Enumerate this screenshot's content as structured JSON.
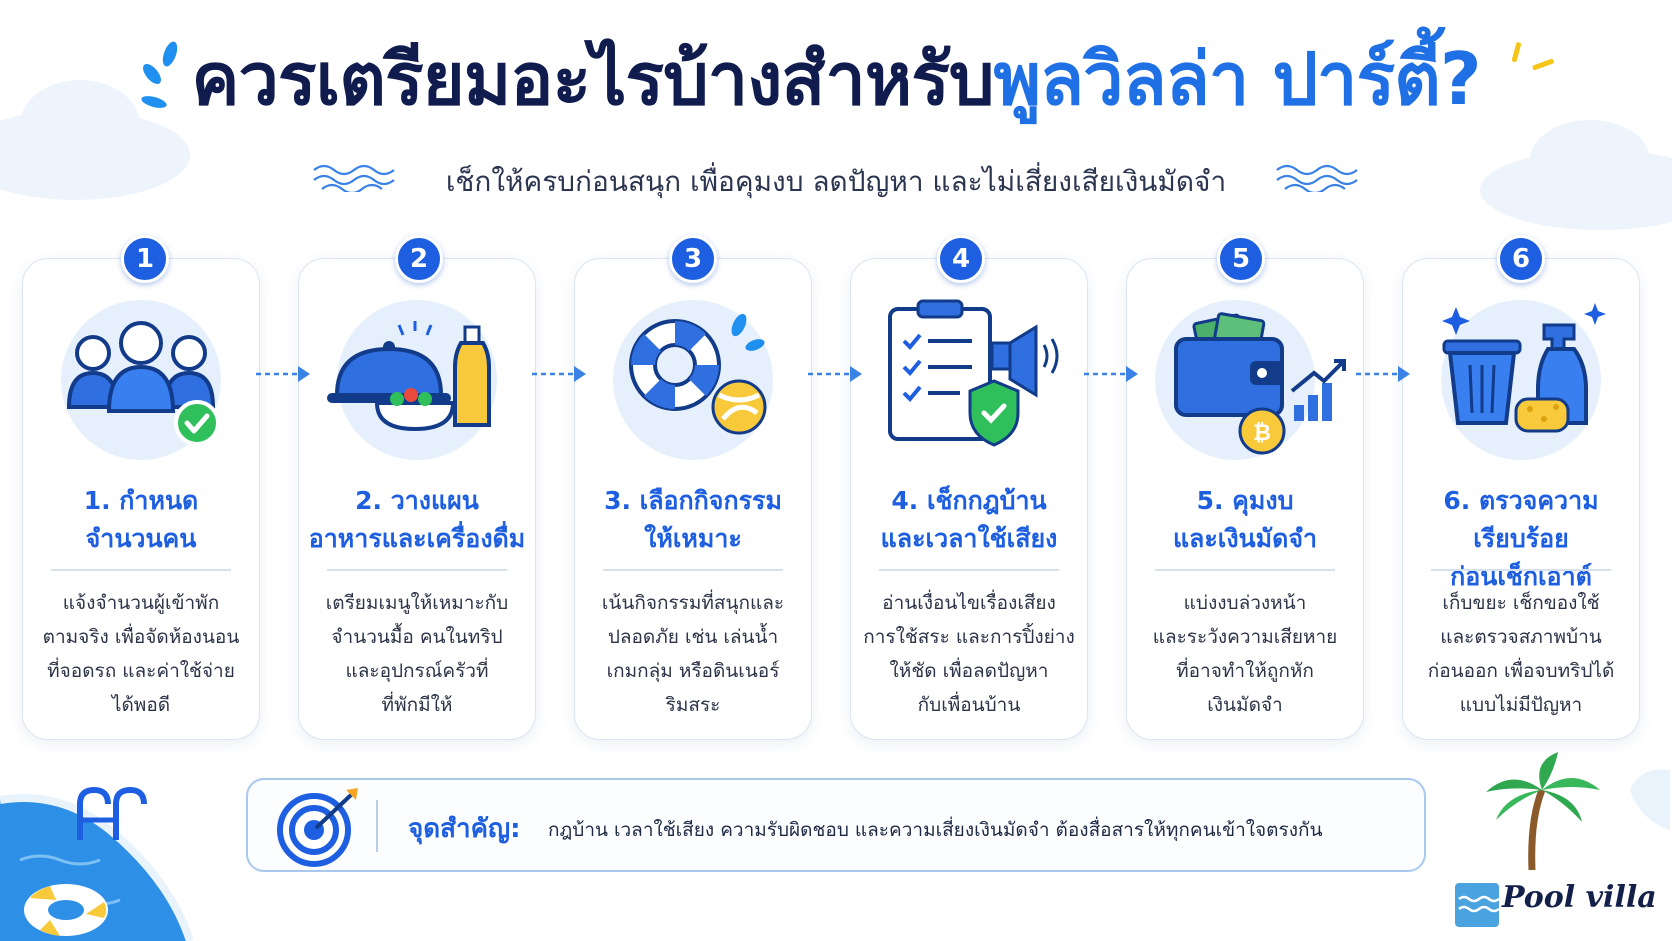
{
  "header": {
    "title_dark": "ควรเตรียมอะไรบ้างสำหรับ",
    "title_blue": "พูลวิลล่า ปาร์ตี้?",
    "subtitle": "เช็กให้ครบก่อนสนุก เพื่อคุมงบ ลดปัญหา และไม่เสี่ยงเสียเงินมัดจำ"
  },
  "steps": [
    {
      "number": "1",
      "title_line1": "1. กำหนด",
      "title_line2": "จำนวนคน",
      "desc_lines": [
        "แจ้งจำนวนผู้เข้าพัก",
        "ตามจริง เพื่อจัดห้องนอน",
        "ที่จอดรถ และค่าใช้จ่าย",
        "ได้พอดี"
      ],
      "icon": "group-people-check-icon"
    },
    {
      "number": "2",
      "title_line1": "2. วางแผน",
      "title_line2": "อาหารและเครื่องดื่ม",
      "desc_lines": [
        "เตรียมเมนูให้เหมาะกับ",
        "จำนวนมื้อ คนในทริป",
        "และอุปกรณ์ครัวที่",
        "ที่พักมีให้"
      ],
      "icon": "food-cloche-drink-icon"
    },
    {
      "number": "3",
      "title_line1": "3. เลือกกิจกรรม",
      "title_line2": "ให้เหมาะ",
      "desc_lines": [
        "เน้นกิจกรรมที่สนุกและ",
        "ปลอดภัย เช่น เล่นน้ำ",
        "เกมกลุ่ม หรือดินเนอร์",
        "ริมสระ"
      ],
      "icon": "lifebuoy-beachball-icon"
    },
    {
      "number": "4",
      "title_line1": "4. เช็กกฎบ้าน",
      "title_line2": "และเวลาใช้เสียง",
      "desc_lines": [
        "อ่านเงื่อนไขเรื่องเสียง",
        "การใช้สระ และการปิ้งย่าง",
        "ให้ชัด เพื่อลดปัญหา",
        "กับเพื่อนบ้าน"
      ],
      "icon": "checklist-megaphone-shield-icon"
    },
    {
      "number": "5",
      "title_line1": "5. คุมงบ",
      "title_line2": "และเงินมัดจำ",
      "desc_lines": [
        "แบ่งงบล่วงหน้า",
        "และระวังความเสียหาย",
        "ที่อาจทำให้ถูกหัก",
        "เงินมัดจำ"
      ],
      "icon": "wallet-coin-chart-icon"
    },
    {
      "number": "6",
      "title_line1": "6. ตรวจความเรียบร้อย",
      "title_line2": "ก่อนเช็กเอาต์",
      "desc_lines": [
        "เก็บขยะ เช็กของใช้",
        "และตรวจสภาพบ้าน",
        "ก่อนออก เพื่อจบทริปได้",
        "แบบไม่มีปัญหา"
      ],
      "icon": "trash-spray-sponge-icon"
    }
  ],
  "tip": {
    "label": "จุดสำคัญ:",
    "text": "กฎบ้าน เวลาใช้เสียง ความรับผิดชอบ และความเสี่ยงเงินมัดจำ ต้องสื่อสารให้ทุกคนเข้าใจตรงกัน"
  },
  "brand": {
    "name": "Pool villa"
  },
  "colors": {
    "primary": "#1d5fe0",
    "title_dark": "#101c4e",
    "accent_green": "#2fbf5b",
    "accent_yellow": "#f5c518"
  }
}
